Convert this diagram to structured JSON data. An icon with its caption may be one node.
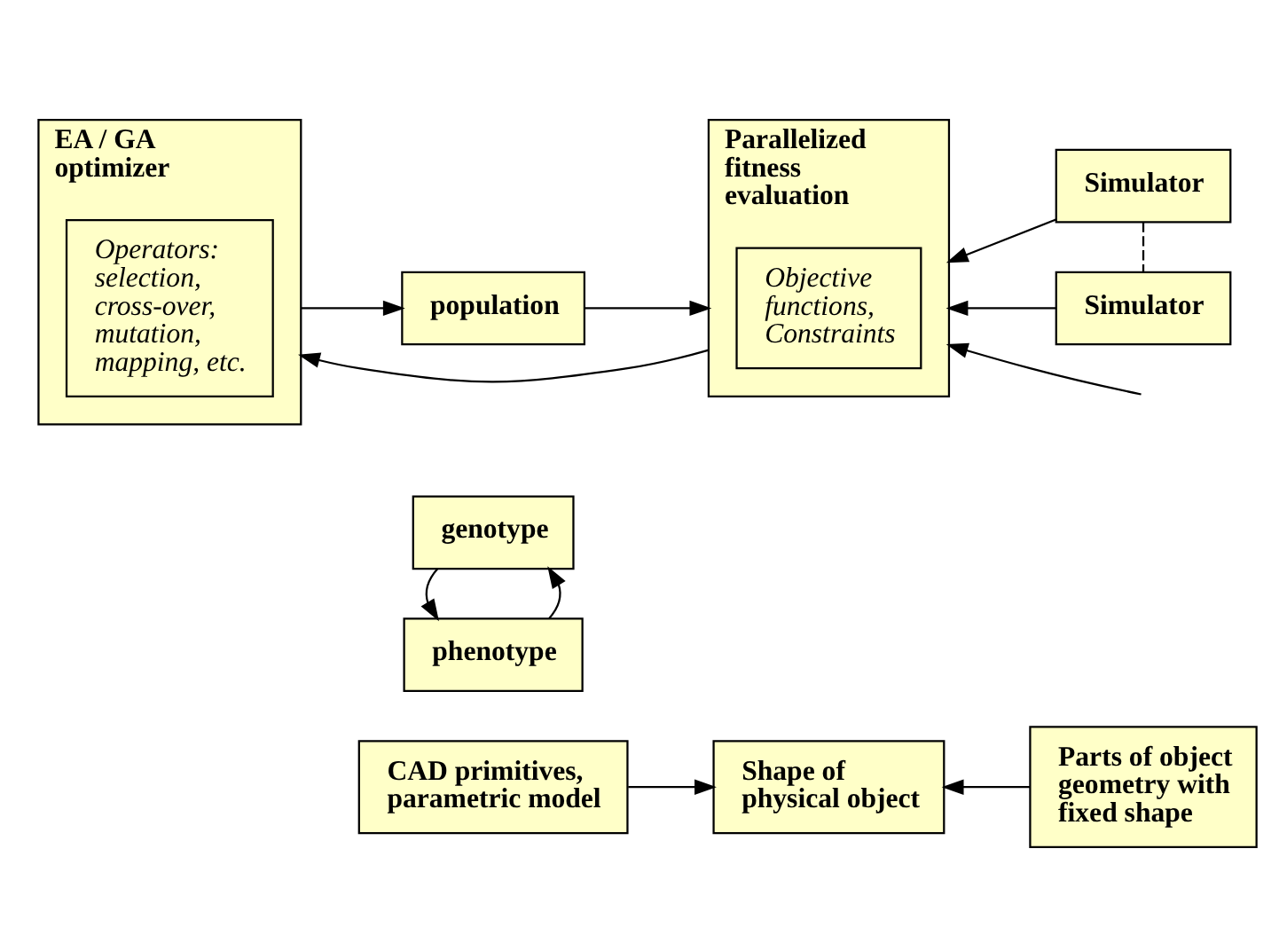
{
  "diagram": {
    "nodes": [
      {
        "text": [
          "CAD primitives, parametric model"
        ]
      },
      {
        "text": [
          "phenotype"
        ]
      },
      {
        "text": [
          "Shape of physical object"
        ]
      },
      {
        "text": [
          "Parts of object geometry with fixed shape"
        ]
      },
      {
        "text": [
          "EA / GA optimizer"
        ]
      },
      {
        "text": [
          "Operators: selection, cross-over, mutation, mapping, etc."
        ],
        "in": 4
      },
      {
        "text": [
          "genotype"
        ]
      },
      {
        "text": [
          "population"
        ]
      },
      {
        "text": [
          "Parallelized fitness evaluation"
        ]
      },
      {
        "text": [
          "Objective functions, Constraints"
        ],
        "in": 8
      },
      {
        "text": [
          "Simulator"
        ]
      },
      {
        "text": [
          "Simulator"
        ]
      }
    ],
    "edges": [
      {
        "from": 0,
        "to": 2,
        "arrow": "to"
      },
      {
        "from": 3,
        "to": 2,
        "arrow": "to"
      },
      {
        "from": 1,
        "to": 6,
        "arrow": "to"
      },
      {
        "from": 6,
        "to": 1,
        "arrow": "to"
      },
      {
        "from": 4,
        "to": 7,
        "arrow": "to"
      },
      {
        "from": 7,
        "to": 8,
        "arrow": "to"
      },
      {
        "from": 10,
        "to": 8,
        "arrow": "to"
      },
      {
        "from": null,
        "to": 8,
        "arrow": "to"
      },
      {
        "from": 11,
        "to": 8,
        "arrow": "to"
      },
      {
        "from": 8,
        "to": 4,
        "arrow": "to"
      },
      {
        "from": 10,
        "to": 11,
        "arrow": "none",
        "style": "dashed"
      }
    ]
  }
}
